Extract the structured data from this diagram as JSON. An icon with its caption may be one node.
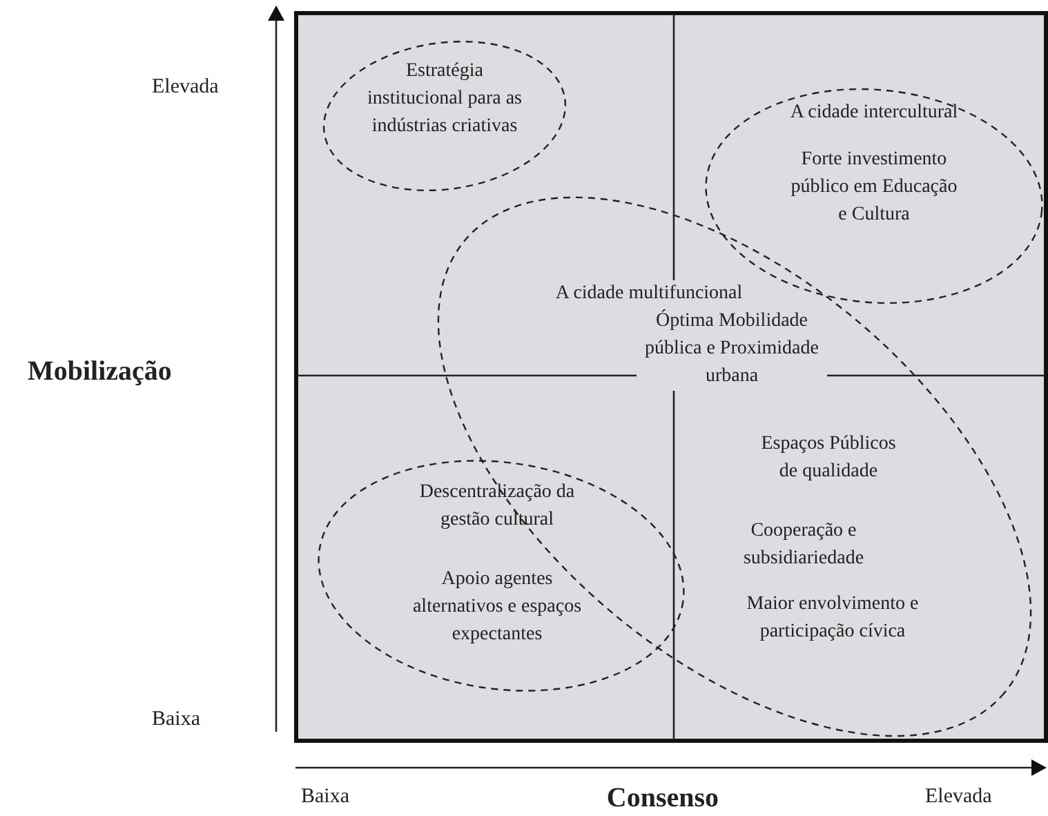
{
  "diagram": {
    "nodes": [
      {
        "text": [
          "Estratégia institucional para as indústrias criativas"
        ]
      },
      {
        "text": [
          "A cidade intercultural",
          "Forte investimento público em Educação e Cultura"
        ]
      },
      {
        "text": [
          "A cidade multifuncional",
          "Óptima Mobilidade pública e Proximidade urbana",
          "Espaços Públicos de qualidade",
          "Cooperação e subsidiariedade",
          "Maior envolvimento e participação cívica"
        ]
      },
      {
        "text": [
          "Descentralização da gestão cultural",
          "Apoio agentes alternativos e espaços expectantes"
        ]
      }
    ],
    "labels": [
      "Elevada",
      "Mobilização",
      "Baixa",
      "Baixa",
      "Consenso",
      "Elevada"
    ]
  }
}
